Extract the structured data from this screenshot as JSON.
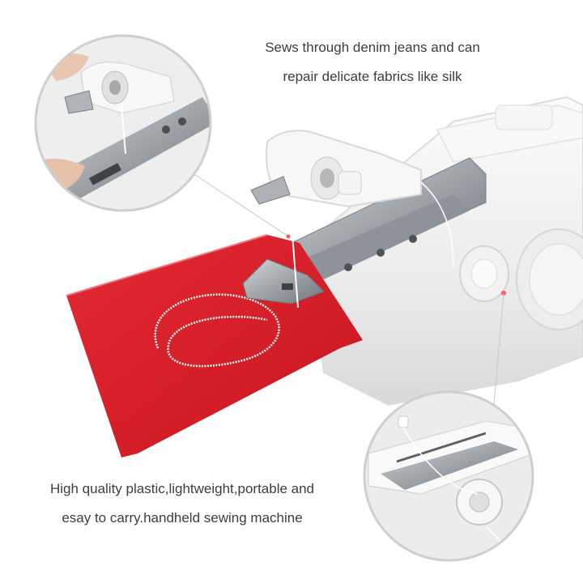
{
  "captions": {
    "top": {
      "line1": "Sews through denim jeans and can",
      "line2": "repair delicate fabrics like silk"
    },
    "bottom": {
      "line1": "High quality plastic,lightweight,portable and",
      "line2": "esay to carry.handheld sewing machine"
    }
  },
  "colors": {
    "fabric": "#d9212c",
    "machine_body": "#f1f1f1",
    "metal": "#a9adb2",
    "thread": "#ffffff",
    "pointer_dot": "#f06060",
    "caption_text": "#3d3d3d"
  }
}
